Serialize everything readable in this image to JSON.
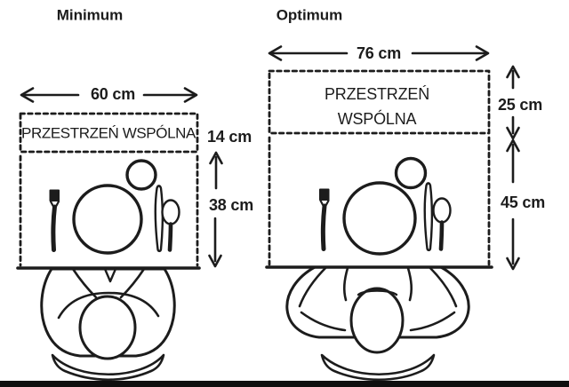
{
  "page": {
    "background": "#ffffff",
    "ink_color": "#1c1c1c",
    "bottom_bar_color": "#0f0f0f"
  },
  "minimum": {
    "title": "Minimum",
    "table_width": "60 cm",
    "shared_space": "PRZESTRZEŃ WSPÓLNA",
    "shared_depth": "14 cm",
    "setting_depth": "38 cm"
  },
  "optimum": {
    "title": "Optimum",
    "table_width": "76 cm",
    "shared_space_lines": [
      "PRZESTRZEŃ",
      "WSPÓLNA"
    ],
    "shared_depth": "25 cm",
    "setting_depth": "45 cm"
  }
}
